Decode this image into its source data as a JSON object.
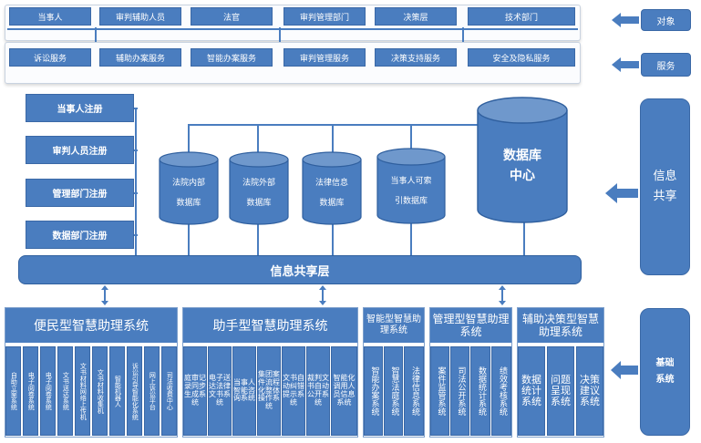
{
  "objects": {
    "label": "对象",
    "items": [
      "当事人",
      "审判辅助人员",
      "法官",
      "审判管理部门",
      "决策层",
      "技术部门"
    ]
  },
  "services": {
    "label": "服务",
    "items": [
      "诉讼服务",
      "辅助办案服务",
      "智能办案服务",
      "审判管理服务",
      "决策支持服务",
      "安全及隐私服务"
    ]
  },
  "registration": [
    "当事人注册",
    "审判人员注册",
    "管理部门注册",
    "数据部门注册"
  ],
  "databases": [
    {
      "line1": "法院内部",
      "line2": "数据库"
    },
    {
      "line1": "法院外部",
      "line2": "数据库"
    },
    {
      "line1": "法律信息",
      "line2": "数据库"
    },
    {
      "line1": "当事人可索",
      "line2": "引数据库"
    }
  ],
  "data_center": {
    "line1": "数据库",
    "line2": "中心"
  },
  "info_sharing": {
    "label_line1": "信息",
    "label_line2": "共享",
    "layer": "信息共享层"
  },
  "foundation": {
    "label_line1": "基础",
    "label_line2": "系统"
  },
  "systems": [
    {
      "title": "便民型智慧助理系统",
      "items": [
        "自助立案系统",
        "电子阅卷系统",
        "电子阅卷系统",
        "文书送达系统",
        "文书材料网络上传机",
        "文书材料收集机",
        "智能机器人",
        "诉讼引导智能化系统",
        "网上诉讼平台",
        "司法收费中心"
      ]
    },
    {
      "title": "助手型智慧助理系统",
      "items": [
        "庭审记录同步生成系统",
        "电子送达法律文书系统",
        "当事人智能咨询系统",
        "集团案件流程化整体操作系统",
        "文书自动纠错提示系统",
        "裁判文书自动公开系统",
        "智能化调用人员信息系统"
      ]
    },
    {
      "title": "智能型智慧助理系统",
      "items": [
        "智能办案系统",
        "智慧法庭系统",
        "法律信息系统"
      ]
    },
    {
      "title": "管理型智慧助理系统",
      "items": [
        "案件监管系统",
        "司法公开系统",
        "数据统计系统",
        "绩效考核系统"
      ]
    },
    {
      "title": "辅助决策型智慧助理系统",
      "items": [
        "数据统计系统",
        "问题呈现系统",
        "决策建议系统"
      ]
    }
  ]
}
